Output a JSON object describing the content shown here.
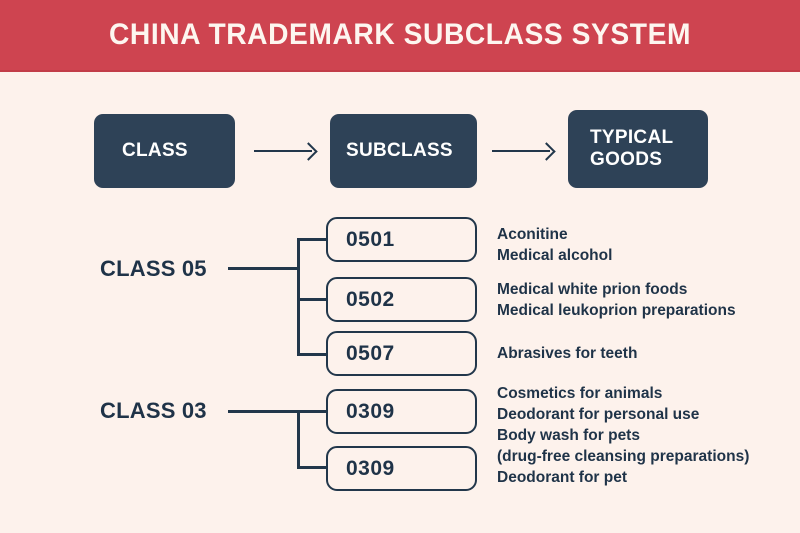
{
  "header": {
    "title": "CHINA TRADEMARK SUBCLASS SYSTEM",
    "background_color": "#ce4450",
    "text_color": "#fdf6f0"
  },
  "page": {
    "background_color": "#fdf2ec",
    "ink_color": "#1f3348",
    "box_fill": "#2e4257"
  },
  "flow": {
    "steps": [
      {
        "label": "CLASS"
      },
      {
        "label": "SUBCLASS"
      },
      {
        "label_line1": "TYPICAL",
        "label_line2": "GOODS"
      }
    ],
    "arrow_icon": "arrow-right-icon"
  },
  "groups": [
    {
      "label": "CLASS 05",
      "subclasses": [
        {
          "code": "0501",
          "goods": [
            "Aconitine",
            "Medical alcohol"
          ]
        },
        {
          "code": "0502",
          "goods": [
            "Medical white prion foods",
            "Medical leukoprion preparations"
          ]
        },
        {
          "code": "0507",
          "goods": [
            "Abrasives for teeth"
          ]
        }
      ]
    },
    {
      "label": "CLASS 03",
      "subclasses": [
        {
          "code": "0309",
          "goods": [
            "Cosmetics for animals",
            "Deodorant for personal  use"
          ]
        },
        {
          "code": "0309",
          "goods": [
            "Body wash for pets",
            "(drug-free  cleansing preparations)",
            "Deodorant for pet"
          ]
        }
      ]
    }
  ]
}
